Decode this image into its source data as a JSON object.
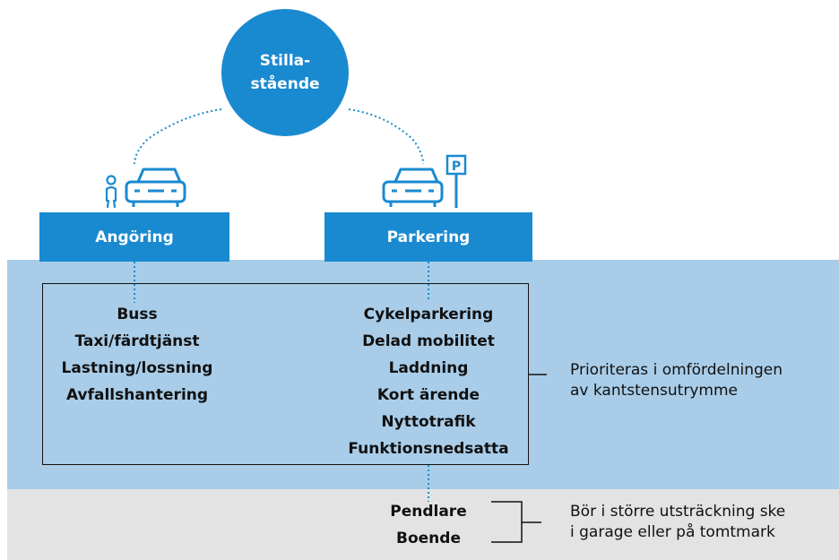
{
  "center": {
    "line1": "Stilla-",
    "line2": "stående"
  },
  "categories": {
    "left": {
      "label": "Angöring",
      "items": [
        "Buss",
        "Taxi/färdtjänst",
        "Lastning/lossning",
        "Avfallshantering"
      ]
    },
    "right": {
      "label": "Parkering",
      "items": [
        "Cykelparkering",
        "Delad mobilitet",
        "Laddning",
        "Kort ärende",
        "Nyttotrafik",
        "Funktionsnedsatta"
      ]
    }
  },
  "lower_items": [
    "Pendlare",
    "Boende"
  ],
  "notes": {
    "prioritized": {
      "line1": "Prioriteras i omfördelningen",
      "line2": "av kantstensutrymme"
    },
    "garage": {
      "line1": "Bör i större utsträckning ske",
      "line2": "i garage eller på tomtmark"
    }
  },
  "parking_sign": "P",
  "colors": {
    "primary_blue": "#1a8ad0",
    "light_blue_band": "#a9cde9",
    "grey_band": "#e3e3e3",
    "text": "#111111"
  },
  "icons": [
    "person-icon",
    "car-icon",
    "parking-sign-icon"
  ]
}
